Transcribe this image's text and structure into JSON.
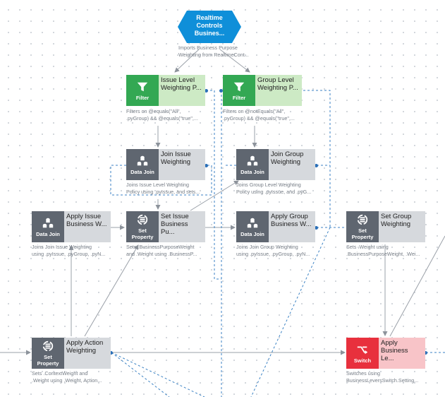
{
  "start": {
    "title_lines": [
      "Realtime",
      "Controls",
      "Busines..."
    ],
    "desc_lines": [
      "Imports Business Purpose",
      "Weighting from RealtimeCont..."
    ],
    "color": "#0f8fd9"
  },
  "shapes": {
    "filter": "Filter",
    "data_join": "Data Join",
    "set_property_lines": [
      "Set",
      "Property"
    ],
    "switch": "Switch"
  },
  "nodes": {
    "issue_level_filter": {
      "title_lines": [
        "Issue Level",
        "Weighting P..."
      ],
      "desc_lines": [
        "Filters on @equals(\"All\",",
        ".pyGroup) && @equals(\"true\",..."
      ]
    },
    "group_level_filter": {
      "title_lines": [
        "Group Level",
        "Weighting P..."
      ],
      "desc_lines": [
        "Filters on @notEquals(\"All\",",
        ".pyGroup) && @equals(\"true\",..."
      ]
    },
    "join_issue": {
      "title_lines": [
        "Join Issue",
        "Weighting"
      ],
      "desc_lines": [
        "Joins Issue Level Weighting",
        "Policy using .pyIssue, and sets..."
      ]
    },
    "join_group": {
      "title_lines": [
        "Join Group",
        "Weighting"
      ],
      "desc_lines": [
        "Joins Group Level Weighting",
        "Policy using .pyIssue, and .pyG..."
      ]
    },
    "apply_issue": {
      "title_lines": [
        "Apply Issue",
        "Business W..."
      ],
      "desc_lines": [
        "Joins Join Issue Weighting",
        "using .pyIssue, .pyGroup, .pyN..."
      ]
    },
    "set_issue": {
      "title_lines": [
        "Set Issue",
        "Business Pu..."
      ],
      "desc_lines": [
        "Sets .BusinessPurposeWeight",
        "and .Weight using .BusinessP..."
      ]
    },
    "apply_group": {
      "title_lines": [
        "Apply Group",
        "Business W..."
      ],
      "desc_lines": [
        "Joins Join Group Weighting",
        "using .pyIssue, .pyGroup, .pyN..."
      ]
    },
    "set_group": {
      "title_lines": [
        "Set Group",
        "Weighting"
      ],
      "desc_lines": [
        "Sets .Weight using",
        ".BusinessPurposeWeight, .Wei..."
      ]
    },
    "apply_action": {
      "title_lines": [
        "Apply Action",
        "Weighting"
      ],
      "desc_lines": [
        "Sets .ContextWeight and",
        ".Weight using .Weight, Action..."
      ]
    },
    "apply_business_levers": {
      "title_lines": [
        "Apply",
        "Business Le..."
      ],
      "desc_lines": [
        "Switches using",
        "BusinessLeversSwitch.Setting..."
      ]
    }
  },
  "colors": {
    "shape_gray": "#5f6670",
    "body_gray": "#d6d9dd",
    "shape_green": "#33a853",
    "body_green": "#cdeac5",
    "shape_red": "#e8303d",
    "body_red": "#f8c4c8",
    "link_solid": "#9aa0a8",
    "link_dashed": "#3b82c4"
  }
}
